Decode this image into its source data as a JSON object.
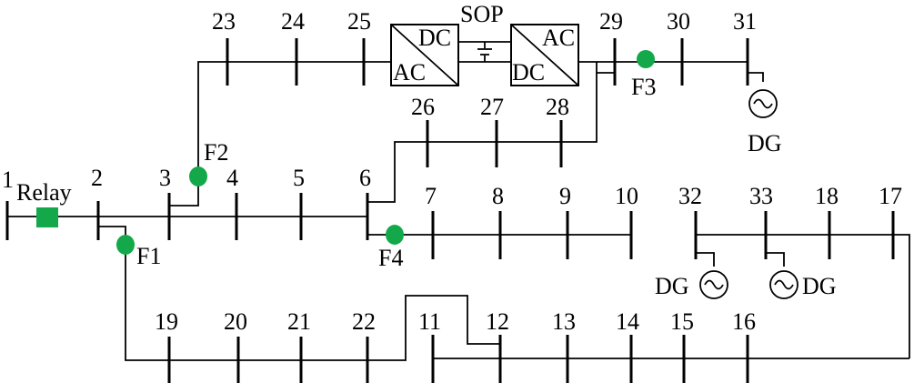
{
  "buses": {
    "b1": "1",
    "b2": "2",
    "b3": "3",
    "b4": "4",
    "b5": "5",
    "b6": "6",
    "b7": "7",
    "b8": "8",
    "b9": "9",
    "b10": "10",
    "b11": "11",
    "b12": "12",
    "b13": "13",
    "b14": "14",
    "b15": "15",
    "b16": "16",
    "b17": "17",
    "b18": "18",
    "b19": "19",
    "b20": "20",
    "b21": "21",
    "b22": "22",
    "b23": "23",
    "b24": "24",
    "b25": "25",
    "b26": "26",
    "b27": "27",
    "b28": "28",
    "b29": "29",
    "b30": "30",
    "b31": "31",
    "b32": "32",
    "b33": "33"
  },
  "faults": {
    "f1": "F1",
    "f2": "F2",
    "f3": "F3",
    "f4": "F4"
  },
  "relay": {
    "label": "Relay"
  },
  "sop": {
    "label": "SOP",
    "left_top": "DC",
    "left_bottom": "AC",
    "right_top": "AC",
    "right_bottom": "DC"
  },
  "dg": {
    "label": "DG"
  },
  "colors": {
    "fault_marker": "#13a84a",
    "relay_marker": "#13a84a",
    "line": "#000000"
  }
}
